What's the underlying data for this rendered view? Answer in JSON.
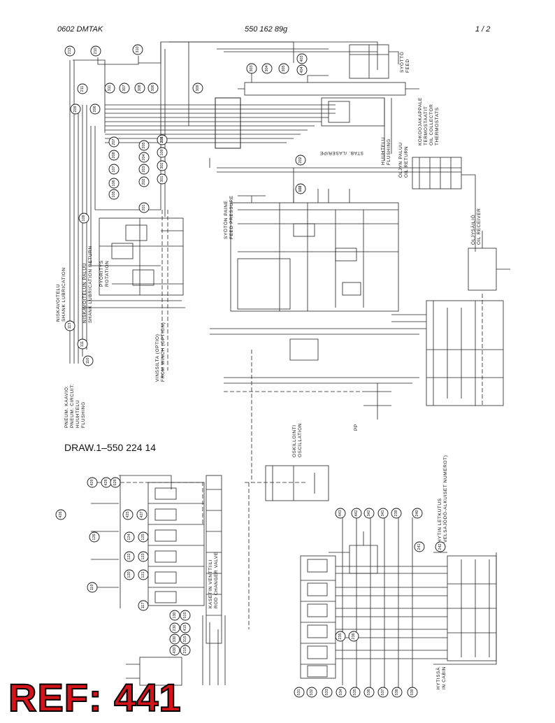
{
  "header": {
    "left": "0602  DMTAK",
    "center": "550 162 89g",
    "right": "1 /  2"
  },
  "drawing_ref": "DRAW.1–550 224 14",
  "stamp": "REF: 441",
  "labels": {
    "syotto": [
      "SYÖTTÖ",
      "FEED"
    ],
    "huuhtelu": [
      "HUUHTELU",
      "FLUSHING"
    ],
    "stab": "STAB. /LASER/PE",
    "oljyn_paluu": [
      "ÖLJYN PALUU",
      "OIL RETURN"
    ],
    "keruuputki": [
      "KOKOOJAKAPPALE",
      "TERMOSTAATIT",
      "OIL COLLECTOR",
      "THERMOSTATS"
    ],
    "oljysailio": [
      "ÖLJYSÄILIÖ",
      "OIL RECEIVER"
    ],
    "syotonpaine": [
      "SYÖTÖN PAINE",
      "FEED PRESSURE"
    ],
    "pyoritys": [
      "PYÖRITYS",
      "ROTATION"
    ],
    "niskavoitelu": [
      "NISKAVOITELU",
      "SHANK LUBRICATION"
    ],
    "niskavoitelun_paluu": [
      "NISKAVOITELUN PALUU",
      "SHANK LUBRICATION RETURN"
    ],
    "vinssi": [
      "VINSSILTA (OPTIO)",
      "FROM WINCH (OPTION)"
    ],
    "pneum": [
      "PNEUM. KAAVIO:",
      "PNEUM. CIRCUIT:",
      "HUUHTELU",
      "FLUSHING"
    ],
    "oskillointi": [
      "OSKILLOINTI",
      "OSCILLATION"
    ],
    "kasetin": [
      "KASETIN VENTTIILI",
      "ROD CHANGER VALVE"
    ],
    "hytin": [
      "HYTIN LETKUTUS",
      "VELSAJÖDÖ-ALKUISET NUMEROT)"
    ],
    "hytissa": [
      "HYTISSÄ",
      "IN CABIN"
    ],
    "pp": "PP"
  },
  "bubbles": {
    "top": [
      "213",
      "210",
      "310",
      "303",
      "304",
      "305",
      "404",
      "403"
    ],
    "left_col": [
      "211",
      "311",
      "307",
      "308",
      "306",
      "309",
      "209",
      "207",
      "208",
      "206",
      "205",
      "204",
      "203",
      "202",
      "201",
      "105",
      "106",
      "107",
      "108",
      "109",
      "113",
      "111",
      "109",
      "110"
    ],
    "mid": [
      "302",
      "301",
      "202",
      "201",
      "102",
      "101"
    ],
    "lower_left": [
      "429",
      "428",
      "528",
      "426",
      "425",
      "427",
      "124",
      "125",
      "126",
      "122",
      "123",
      "120",
      "121",
      "119",
      "117",
      "130",
      "230",
      "330",
      "430",
      "515",
      "415",
      "315",
      "215"
    ],
    "lower_right": [
      "443",
      "442",
      "342",
      "341",
      "239",
      "240",
      "241",
      "242",
      "235",
      "236",
      "531",
      "532",
      "533",
      "534",
      "535",
      "536",
      "537",
      "538",
      "539"
    ]
  }
}
